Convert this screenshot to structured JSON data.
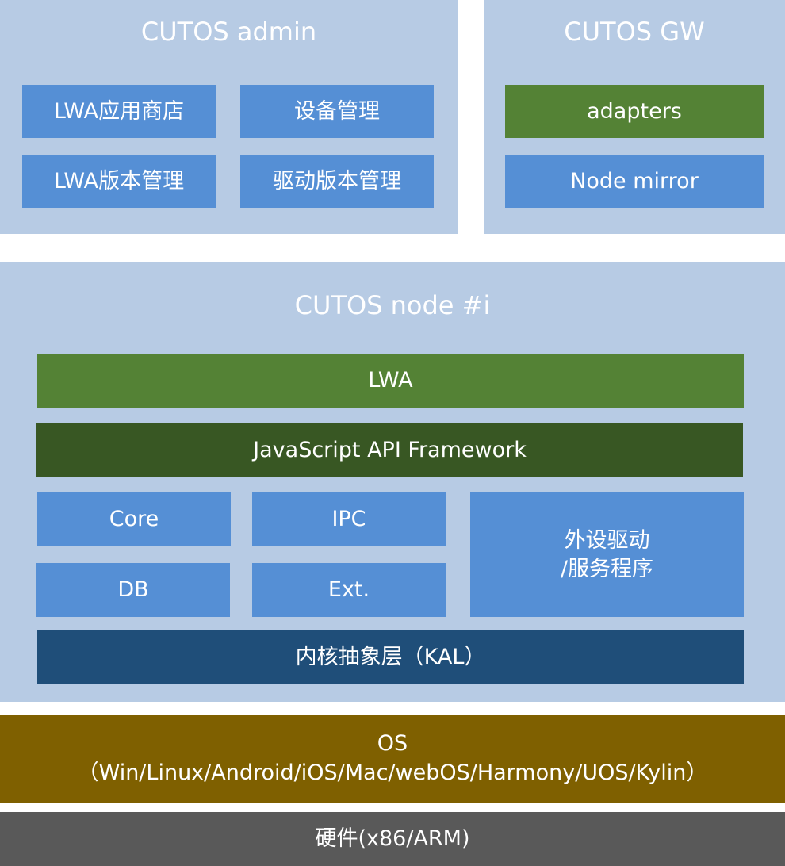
{
  "admin": {
    "title": "CUTOS admin",
    "items": [
      "LWA应用商店",
      "设备管理",
      "LWA版本管理",
      "驱动版本管理"
    ]
  },
  "gw": {
    "title": "CUTOS GW",
    "items": [
      "adapters",
      "Node mirror"
    ]
  },
  "node": {
    "title": "CUTOS node #i",
    "lwa": "LWA",
    "framework": "JavaScript API Framework",
    "core": "Core",
    "ipc": "IPC",
    "db": "DB",
    "ext": "Ext.",
    "drivers_line1": "外设驱动",
    "drivers_line2": "/服务程序",
    "kal": "内核抽象层（KAL）"
  },
  "os": {
    "line1": "OS",
    "line2": "（Win/Linux/Android/iOS/Mac/webOS/Harmony/UOS/Kylin）"
  },
  "hardware": {
    "label": "硬件(x86/ARM)"
  },
  "colors": {
    "panel": "#b7cbe4",
    "blue_box": "#558fd5",
    "green_box": "#548235",
    "dark_green_box": "#385723",
    "navy_box": "#1f4e79",
    "os_bar": "#7f6000",
    "hardware_bar": "#595959"
  }
}
